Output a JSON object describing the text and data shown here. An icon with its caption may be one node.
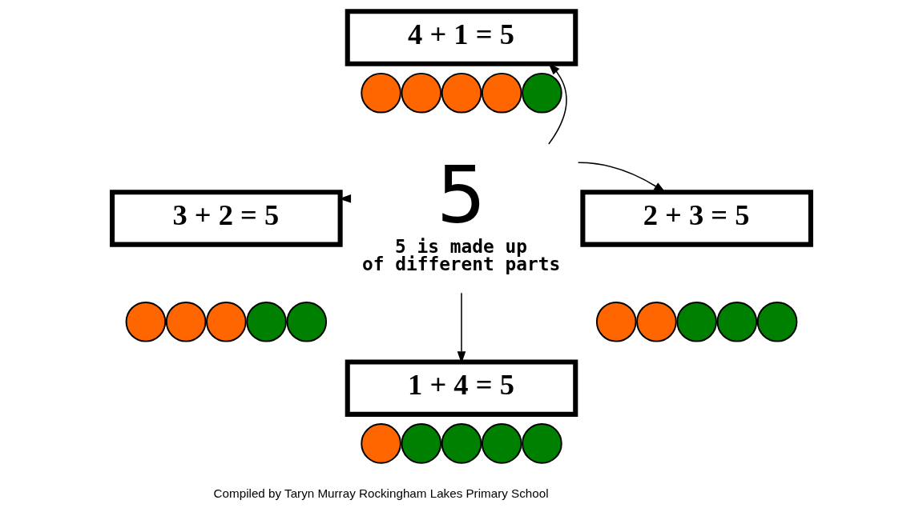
{
  "diagram": {
    "nodes": [
      {
        "text": [
          "4 + 1 = 5"
        ]
      },
      {
        "text": [],
        "shape": "circle"
      },
      {
        "text": [],
        "shape": "circle"
      },
      {
        "text": [],
        "shape": "circle"
      },
      {
        "text": [],
        "shape": "circle"
      },
      {
        "text": [],
        "shape": "circle"
      },
      {
        "text": [
          "3 + 2 = 5"
        ]
      },
      {
        "text": [],
        "shape": "circle"
      },
      {
        "text": [],
        "shape": "circle"
      },
      {
        "text": [],
        "shape": "circle"
      },
      {
        "text": [],
        "shape": "circle"
      },
      {
        "text": [],
        "shape": "circle"
      },
      {
        "text": [
          "5",
          "5 is made up of different parts"
        ]
      },
      {
        "text": [
          "2 + 3 = 5"
        ]
      },
      {
        "text": [],
        "shape": "circle"
      },
      {
        "text": [],
        "shape": "circle"
      },
      {
        "text": [],
        "shape": "circle"
      },
      {
        "text": [],
        "shape": "circle"
      },
      {
        "text": [],
        "shape": "circle"
      },
      {
        "text": [
          "1 + 4 = 5"
        ]
      },
      {
        "text": [],
        "shape": "circle"
      },
      {
        "text": [],
        "shape": "circle"
      },
      {
        "text": [],
        "shape": "circle"
      },
      {
        "text": [],
        "shape": "circle"
      },
      {
        "text": [],
        "shape": "circle"
      }
    ],
    "edges": [
      {
        "from": 12,
        "to": 0,
        "arrow": "to"
      },
      {
        "from": 12,
        "to": 6,
        "arrow": "to"
      },
      {
        "from": 12,
        "to": 13,
        "arrow": "to"
      },
      {
        "from": 12,
        "to": 19,
        "arrow": "to"
      }
    ],
    "labels": [
      "Compiled by Taryn Murray Rockingham Lakes Primary School"
    ]
  }
}
